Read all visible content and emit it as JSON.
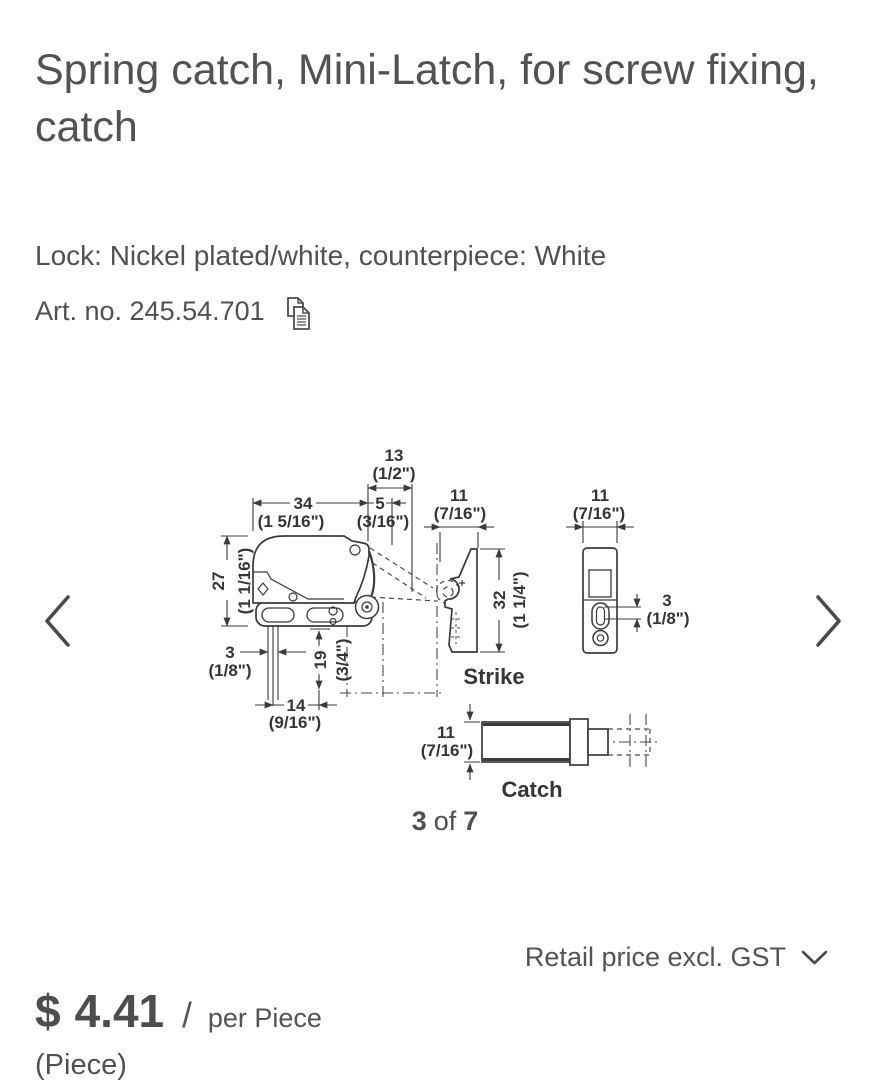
{
  "header": {
    "title": "Spring catch, Mini-Latch, for screw fixing, catch",
    "finish": "Lock: Nickel plated/white, counterpiece: White",
    "art_no": "Art. no. 245.54.701"
  },
  "carousel": {
    "page_current": "3",
    "page_separator": "of",
    "page_total": "7"
  },
  "diagram": {
    "main": {
      "d13": {
        "mm": "13",
        "inch": "(1/2\")"
      },
      "d34": {
        "mm": "34",
        "inch": "(1 5/16\")"
      },
      "d5": {
        "mm": "5",
        "inch": "(3/16\")"
      },
      "d27": {
        "mm": "27",
        "inch": "(1 1/16\")"
      },
      "d3": {
        "mm": "3",
        "inch": "(1/8\")"
      },
      "d19": {
        "mm": "19",
        "inch": "(3/4\")"
      },
      "d14": {
        "mm": "14",
        "inch": "(9/16\")"
      }
    },
    "strike_side": {
      "d11": {
        "mm": "11",
        "inch": "(7/16\")"
      },
      "d32": {
        "mm": "32",
        "inch": "(1 1/4\")"
      },
      "label": "Strike"
    },
    "strike_front": {
      "d11": {
        "mm": "11",
        "inch": "(7/16\")"
      },
      "d3": {
        "mm": "3",
        "inch": "(1/8\")"
      }
    },
    "catch_view": {
      "d11": {
        "mm": "11",
        "inch": "(7/16\")"
      },
      "label": "Catch"
    }
  },
  "pricing": {
    "type_label": "Retail price excl. GST",
    "currency": "$",
    "amount": "4.41",
    "slash": "/",
    "per_unit": "per Piece",
    "unit_note": "(Piece)"
  },
  "colors": {
    "text": "#4f4f4f",
    "line": "#3b3b3b"
  }
}
